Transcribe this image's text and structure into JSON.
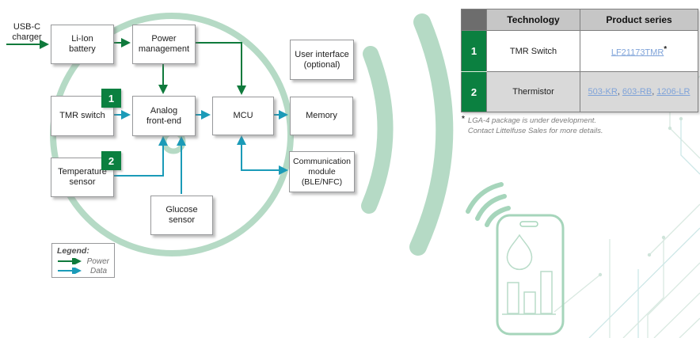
{
  "colors": {
    "brand_green": "#0b8040",
    "power_arrow_green": "#0f7a3c",
    "data_arrow_teal": "#1b9bb8",
    "decor_light_green": "#b5dac5",
    "phone_light_green": "#a6d5bb",
    "link_blue": "#7fa3d9",
    "table_header_bg": "#c6c6c6",
    "table_corner_bg": "#6d6d6d",
    "table_alt_row_bg": "#d9d9d9"
  },
  "diagram": {
    "input_label": "USB-C\ncharger",
    "blocks": {
      "battery": "Li-Ion\nbattery",
      "power_mgmt": "Power\nmanagement",
      "user_interface": "User interface\n(optional)",
      "tmr_switch": "TMR switch",
      "afe": "Analog\nfront-end",
      "mcu": "MCU",
      "memory": "Memory",
      "temp_sensor": "Temperature\nsensor",
      "comm_module": "Communication\nmodule\n(BLE/NFC)",
      "glucose_sensor": "Glucose\nsensor"
    },
    "badges": {
      "tmr_switch": "1",
      "temp_sensor": "2"
    },
    "legend": {
      "title": "Legend:",
      "power_label": "Power",
      "data_label": "Data"
    }
  },
  "table": {
    "headers": {
      "technology": "Technology",
      "product_series": "Product series"
    },
    "rows": [
      {
        "num": "1",
        "technology": "TMR Switch",
        "products": [
          "LF21173TMR"
        ]
      },
      {
        "num": "2",
        "technology": "Thermistor",
        "products": [
          "503-KR",
          "603-RB",
          "1206-LR"
        ]
      }
    ],
    "product_separator": ",",
    "note_marker": "*",
    "footnote": {
      "marker": "*",
      "line1": "LGA-4 package is under development.",
      "line2": "Contact Littelfuse Sales for more details."
    }
  }
}
